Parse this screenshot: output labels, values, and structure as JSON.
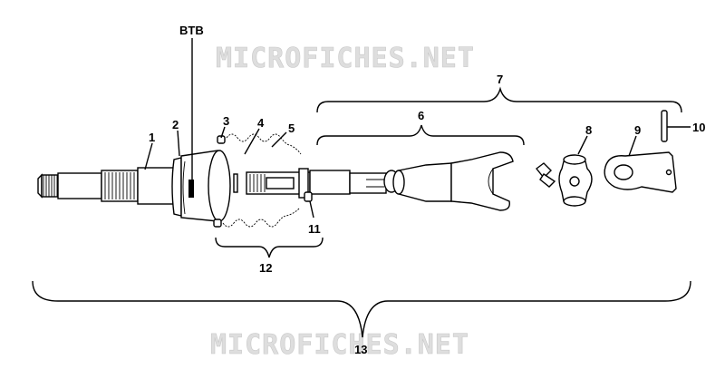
{
  "watermarks": [
    "MICROFICHES.NET",
    "MICROFICHES.NET"
  ],
  "labels": {
    "btb": "BTB",
    "c1": "1",
    "c2": "2",
    "c3": "3",
    "c4": "4",
    "c5": "5",
    "c6": "6",
    "c7": "7",
    "c8": "8",
    "c9": "9",
    "c10": "10",
    "c11": "11",
    "c12": "12",
    "c13": "13"
  },
  "colors": {
    "ink": "#000000",
    "watermark": "#dedede",
    "background": "#ffffff"
  }
}
